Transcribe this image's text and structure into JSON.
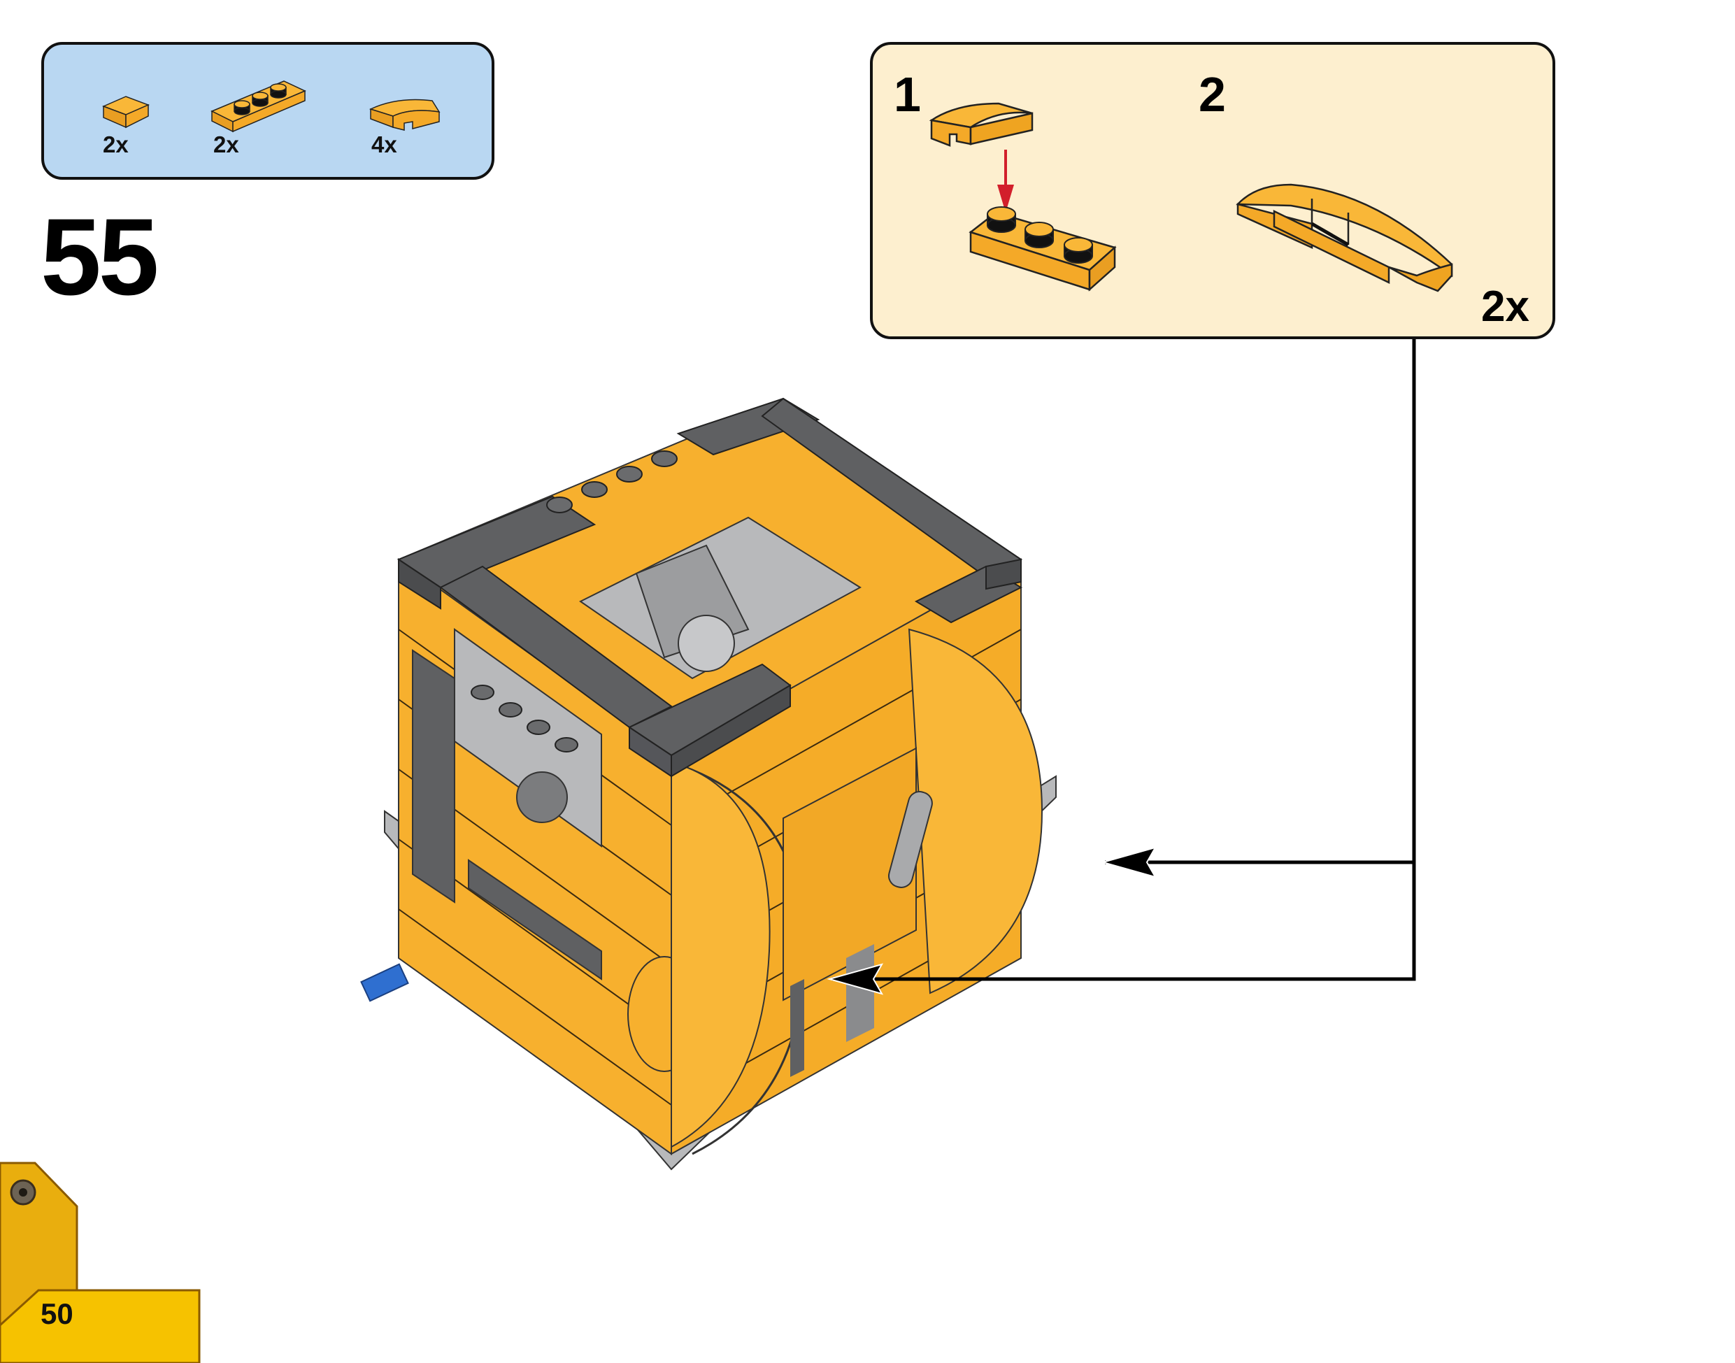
{
  "page": {
    "number": "50",
    "step_number": "55"
  },
  "parts_list": {
    "background": "#B9D7F2",
    "items": [
      {
        "part": "tile-1x1-orange",
        "qty": "2x"
      },
      {
        "part": "plate-1x3-orange",
        "qty": "2x"
      },
      {
        "part": "curved-slope-2x1-orange",
        "qty": "4x"
      }
    ]
  },
  "callout": {
    "background": "#FDEFCF",
    "substeps": [
      {
        "number": "1",
        "description": "attach curved slope onto 1x3 plate"
      },
      {
        "number": "2",
        "description": "completed curved sub-assembly"
      }
    ],
    "multiplier": "2x"
  },
  "colors": {
    "part_orange": "#F7B02E",
    "dark_gray": "#5F6062",
    "light_gray": "#B8B9BB",
    "red_arrow": "#D21F2B",
    "blue_pin": "#2F6FD0",
    "corner_tab": "#F2B705"
  },
  "pointer_arrows": {
    "count": 2,
    "targets": [
      "right-arch",
      "front-arch"
    ]
  }
}
